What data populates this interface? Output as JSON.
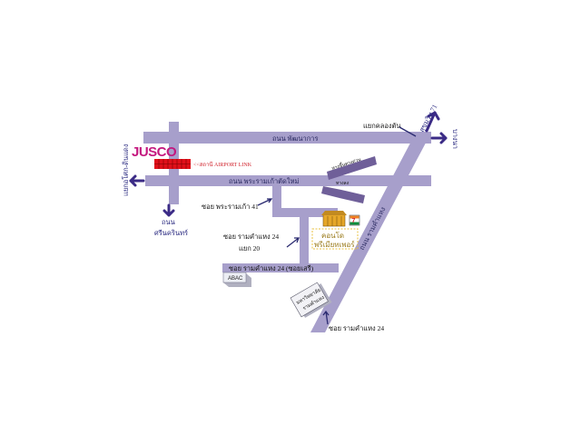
{
  "map": {
    "brand": {
      "logo_text": "JUSCO",
      "logo_color": "#c4177e"
    },
    "colors": {
      "road": "#a79fcb",
      "road_dark": "#6f5f99",
      "arrow": "#3b2b86",
      "airport_link": "#e0101a"
    },
    "roads": {
      "top": "ถนน พัฒนาการ",
      "middle": "ถนน พระรามเก้าตัดใหม่",
      "diagonal": "ถนน รามคำแหง",
      "small_diagonal_1": "ทางขึ้นทางด่วน",
      "small_diagonal_2": "ทางลง"
    },
    "labels": {
      "airport_link": "<<สถานี AIRPORT LINK",
      "junction": "แยกคลองตัน",
      "soi_rama9_41": "ซอย พระรามเก้า 41",
      "soi_ram24_20_a": "ซอย รามคำแหง 24",
      "soi_ram24_20_b": "แยก 20",
      "soi_ram24_bottom": "ซอย รามคำแหง 24 (ซอยเสรี)",
      "soi_ram24_bottom_right": "ซอย รามคำแหง 24",
      "abac": "ABAC",
      "condo_a": "คอนโด",
      "condo_b": "พรีเมียทเพอร์",
      "mrt_line1": "มหาวิทยาลัย",
      "mrt_line2": "รามคำแหง"
    },
    "directions": {
      "left": "แยกอโศก-ดินแดง",
      "down_a": "ถนน",
      "down_b": "ศรีนครินทร์",
      "up_right": "สุขุมวิท 71",
      "right": "บางนา"
    },
    "landmarks": [
      "JUSCO",
      "AIRPORT LINK",
      "7-Eleven",
      "ABAC",
      "คอนโด"
    ]
  }
}
